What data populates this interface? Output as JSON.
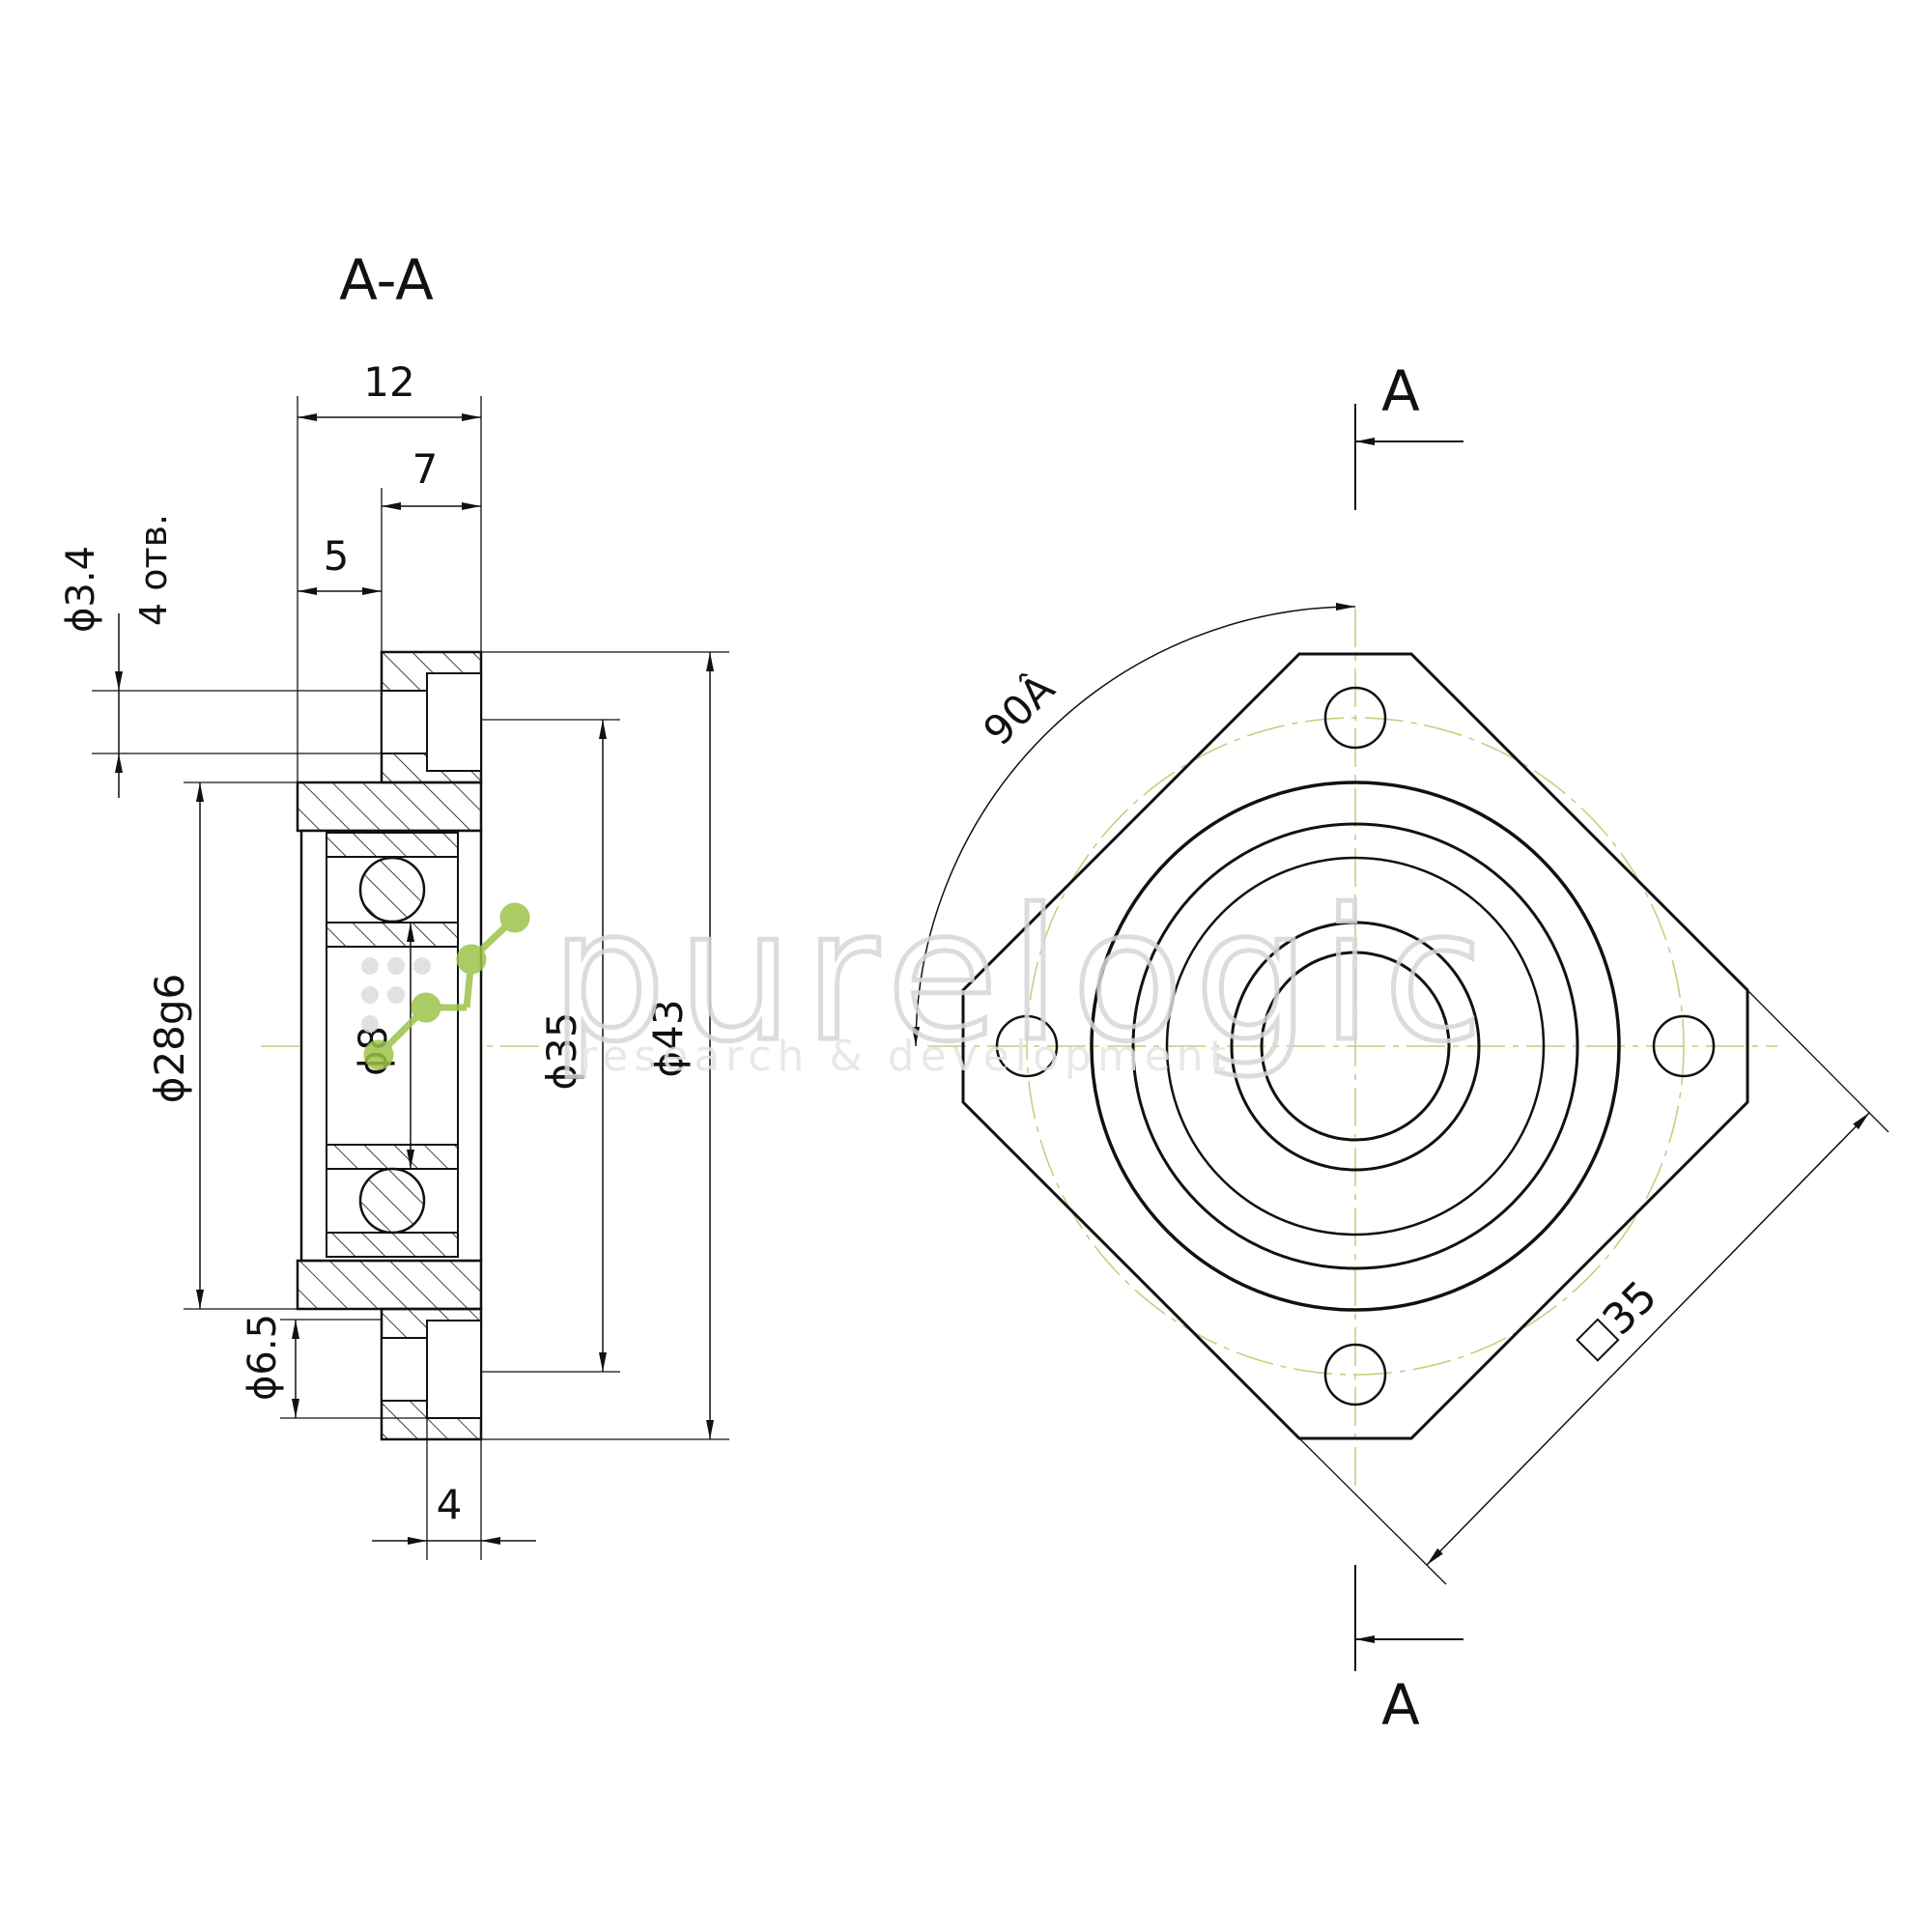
{
  "section_view": {
    "title": "A-A",
    "dims": {
      "overall_width": "12",
      "flange_to_face": "7",
      "flange_thickness": "5",
      "hole_dia": "ϕ3.4",
      "hole_count": "4 отв.",
      "spigot_dia": "ϕ28g6",
      "bore_dia": "ϕ8",
      "hole_circle": "ϕ35",
      "outer_dia": "ϕ43",
      "counterbore_dia": "ϕ6.5",
      "counterbore_depth": "4"
    }
  },
  "front_view": {
    "section_mark_top": "A",
    "section_mark_bottom": "A",
    "angle": "90Â",
    "square": "35"
  },
  "watermark": {
    "brand": "purelogic",
    "tagline": "research & development",
    "accent": "#9dc24a"
  },
  "colors": {
    "line": "#111111",
    "centerline": "#b9d27a"
  }
}
